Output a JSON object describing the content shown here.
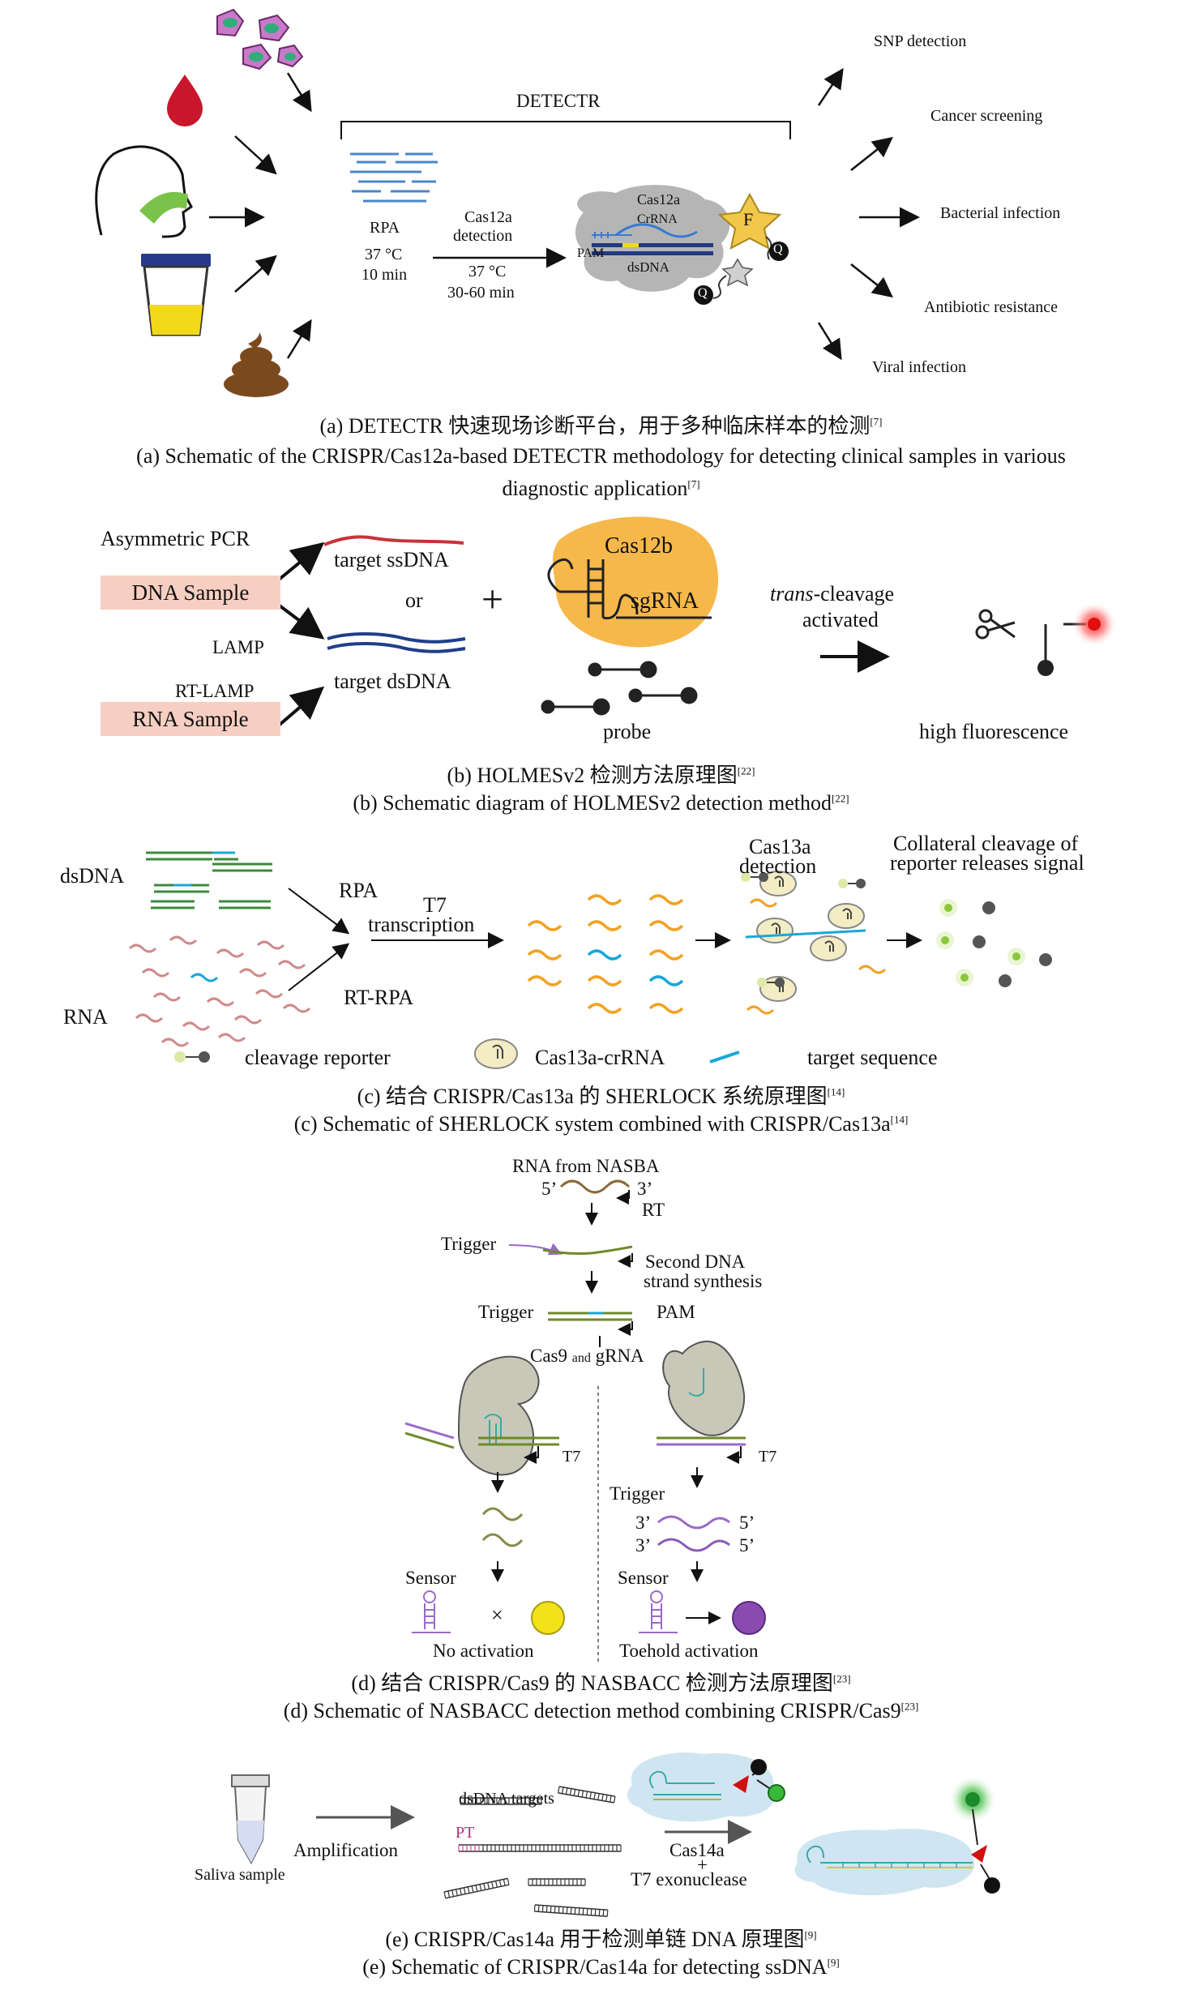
{
  "panel_a": {
    "detectr_label": "DETECTR",
    "rpa_label": "RPA",
    "rpa_temp": "37 °C",
    "rpa_time": "10 min",
    "cas_detect_line1": "Cas12a",
    "cas_detect_line2": "detection",
    "det_temp": "37 °C",
    "det_time": "30-60 min",
    "complex_cas": "Cas12a",
    "complex_crrna": "CrRNA",
    "complex_pam": "PAM",
    "complex_dsdna": "dsDNA",
    "fluor_f": "F",
    "quencher_q": "Q",
    "applications": [
      "SNP detection",
      "Cancer screening",
      "Bacterial infection",
      "Antibiotic resistance",
      "Viral infection"
    ],
    "caption_cn": "(a) DETECTR 快速现场诊断平台，用于多种临床样本的检测",
    "caption_cn_ref": "[7]",
    "caption_en_line1": "(a) Schematic of the CRISPR/Cas12a-based DETECTR methodology for detecting clinical samples in various",
    "caption_en_line2": "diagnostic application",
    "caption_en_ref": "[7]"
  },
  "panel_b": {
    "asym_pcr": "Asymmetric PCR",
    "dna_sample": "DNA Sample",
    "lamp": "LAMP",
    "rt_lamp": "RT-LAMP",
    "rna_sample": "RNA Sample",
    "target_ssdna": "target ssDNA",
    "or": "or",
    "target_dsdna": "target dsDNA",
    "plus": "+",
    "cas12b": "Cas12b",
    "sgrna": "sgRNA",
    "probe": "probe",
    "trans_italic": "trans",
    "trans_rest": "-cleavage",
    "activated": "activated",
    "high_fluor": "high fluorescence",
    "caption_cn": "(b) HOLMESv2 检测方法原理图",
    "caption_cn_ref": "[22]",
    "caption_en": "(b) Schematic diagram of HOLMESv2 detection method",
    "caption_en_ref": "[22]"
  },
  "panel_c": {
    "dsdna": "dsDNA",
    "rna": "RNA",
    "rpa": "RPA",
    "rt_rpa": "RT-RPA",
    "t7_line1": "T7",
    "t7_line2": "transcription",
    "cas13a_line1": "Cas13a",
    "cas13a_line2": "detection",
    "collateral_line1": "Collateral cleavage of",
    "collateral_line2": "reporter releases signal",
    "legend_reporter": "cleavage reporter",
    "legend_cas": "Cas13a-crRNA",
    "legend_target": "target sequence",
    "caption_cn": "(c) 结合 CRISPR/Cas13a 的 SHERLOCK 系统原理图",
    "caption_cn_ref": "[14]",
    "caption_en": "(c) Schematic of SHERLOCK system combined with CRISPR/Cas13a",
    "caption_en_ref": "[14]"
  },
  "panel_d": {
    "rna_from_nasba": "RNA from NASBA",
    "five_prime": "5’",
    "three_prime": "3’",
    "rt": "RT",
    "trigger": "Trigger",
    "second_dna_1": "Second DNA",
    "second_dna_2": "strand synthesis",
    "pam": "PAM",
    "cas9": "Cas9",
    "and": "and",
    "grna": "gRNA",
    "t7": "T7",
    "sensor": "Sensor",
    "times": "×",
    "no_activation": "No activation",
    "toehold_activation": "Toehold activation",
    "caption_cn": "(d) 结合 CRISPR/Cas9 的 NASBACC 检测方法原理图",
    "caption_cn_ref": "[23]",
    "caption_en": "(d) Schematic of NASBACC detection method combining CRISPR/Cas9",
    "caption_en_ref": "[23]"
  },
  "panel_e": {
    "saliva": "Saliva sample",
    "amplification": "Amplification",
    "dsdna_targets": "dsDNA targets",
    "pt": "PT",
    "cas14a": "Cas14a",
    "plus": "+",
    "t7_exo": "T7 exonuclease",
    "caption_cn": "(e) CRISPR/Cas14a 用于检测单链 DNA 原理图",
    "caption_cn_ref": "[9]",
    "caption_en": "(e) Schematic of CRISPR/Cas14a for detecting ssDNA",
    "caption_en_ref": "[9]"
  },
  "colors": {
    "sample_box": "#f7cfc2",
    "cas12b": "#f7b84b",
    "dna_red": "#c8333a",
    "dna_blue": "#1f3f8a",
    "green_dna": "#3c8a3c",
    "orange_rna": "#f2a224",
    "cyan_target": "#1aa7d8",
    "purple": "#8a4bb0",
    "yellow": "#f2e21a"
  }
}
